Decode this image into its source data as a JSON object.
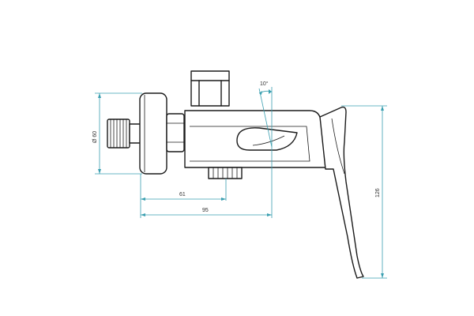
{
  "dimensions": {
    "diameter_label": "Ø 60",
    "length_short_label": "61",
    "length_long_label": "95",
    "height_label": "126",
    "angle_label": "10°"
  },
  "colors": {
    "outline": "#1a1a1a",
    "dimension_lines": "#3a9fb0",
    "background": "#ffffff"
  }
}
